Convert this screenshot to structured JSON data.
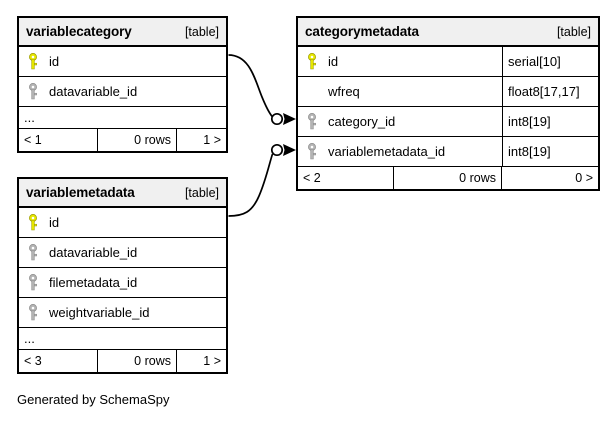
{
  "diagram": {
    "caption": "Generated by SchemaSpy",
    "kind_label": "[table]",
    "pk_icon": "key-icon-primary",
    "fk_icon": "key-icon-foreign",
    "pk_color": "#e6e600",
    "fk_color": "#b3b3b3",
    "header_bg": "#f0f0f0",
    "border_color": "#000000",
    "ellipsis": "..."
  },
  "tables": [
    {
      "id": "variablecategory",
      "name": "variablecategory",
      "kind": "[table]",
      "columns": [
        {
          "name": "id",
          "key": "primary",
          "type": ""
        },
        {
          "name": "datavariable_id",
          "key": "foreign",
          "type": ""
        }
      ],
      "has_ellipsis": true,
      "footer": {
        "prev": "< 1",
        "rows": "0 rows",
        "next": "1 >"
      }
    },
    {
      "id": "variablemetadata",
      "name": "variablemetadata",
      "kind": "[table]",
      "columns": [
        {
          "name": "id",
          "key": "primary",
          "type": ""
        },
        {
          "name": "datavariable_id",
          "key": "foreign",
          "type": ""
        },
        {
          "name": "filemetadata_id",
          "key": "foreign",
          "type": ""
        },
        {
          "name": "weightvariable_id",
          "key": "foreign",
          "type": ""
        }
      ],
      "has_ellipsis": true,
      "footer": {
        "prev": "< 3",
        "rows": "0 rows",
        "next": "1 >"
      }
    },
    {
      "id": "categorymetadata",
      "name": "categorymetadata",
      "kind": "[table]",
      "columns": [
        {
          "name": "id",
          "key": "primary",
          "type": "serial[10]"
        },
        {
          "name": "wfreq",
          "key": "none",
          "type": "float8[17,17]"
        },
        {
          "name": "category_id",
          "key": "foreign",
          "type": "int8[19]"
        },
        {
          "name": "variablemetadata_id",
          "key": "foreign",
          "type": "int8[19]"
        }
      ],
      "has_ellipsis": false,
      "footer": {
        "prev": "< 2",
        "rows": "0 rows",
        "next": "0 >"
      }
    }
  ],
  "relationships": [
    {
      "id": "variablecategory-to-categorymetadata",
      "from_table": "variablecategory",
      "from_column": "id",
      "to_table": "categorymetadata",
      "to_column": "category_id"
    },
    {
      "id": "variablemetadata-to-categorymetadata",
      "from_table": "variablemetadata",
      "from_column": "id",
      "to_table": "categorymetadata",
      "to_column": "variablemetadata_id"
    }
  ]
}
